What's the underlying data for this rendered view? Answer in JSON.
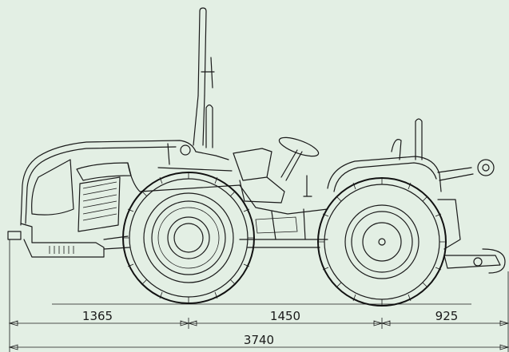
{
  "drawing": {
    "subject": "tractor",
    "dimensions": {
      "front_overhang": "1365",
      "wheelbase": "1450",
      "rear_overhang": "925",
      "overall_length": "3740"
    },
    "colors": {
      "background": "#e3efe4",
      "line": "#1a1a1a"
    }
  }
}
